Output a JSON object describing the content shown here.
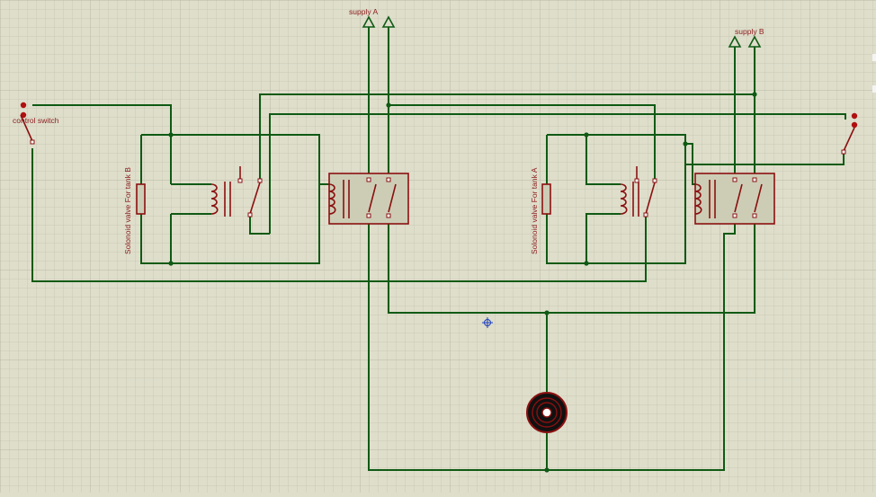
{
  "colors": {
    "background": "#dedecb",
    "grid_minor": "#c9c9b6",
    "grid_major": "#b8b8a4",
    "wire": "#0f5a14",
    "component": "#8b1010",
    "label": "#8b1a1a",
    "cursor": "#1f3fbf"
  },
  "labels": {
    "supply_a": "supply A",
    "supply_b": "supply B",
    "control_switch": "control switch",
    "valve_b": "Solonoid valve For tank B",
    "valve_a": "Solonoid valve For tank A"
  },
  "icons": [
    "supply-terminal-icon",
    "toggle-switch-icon",
    "relay-coil-icon",
    "solenoid-valve-icon",
    "motor-icon",
    "crosshair-cursor-icon"
  ]
}
